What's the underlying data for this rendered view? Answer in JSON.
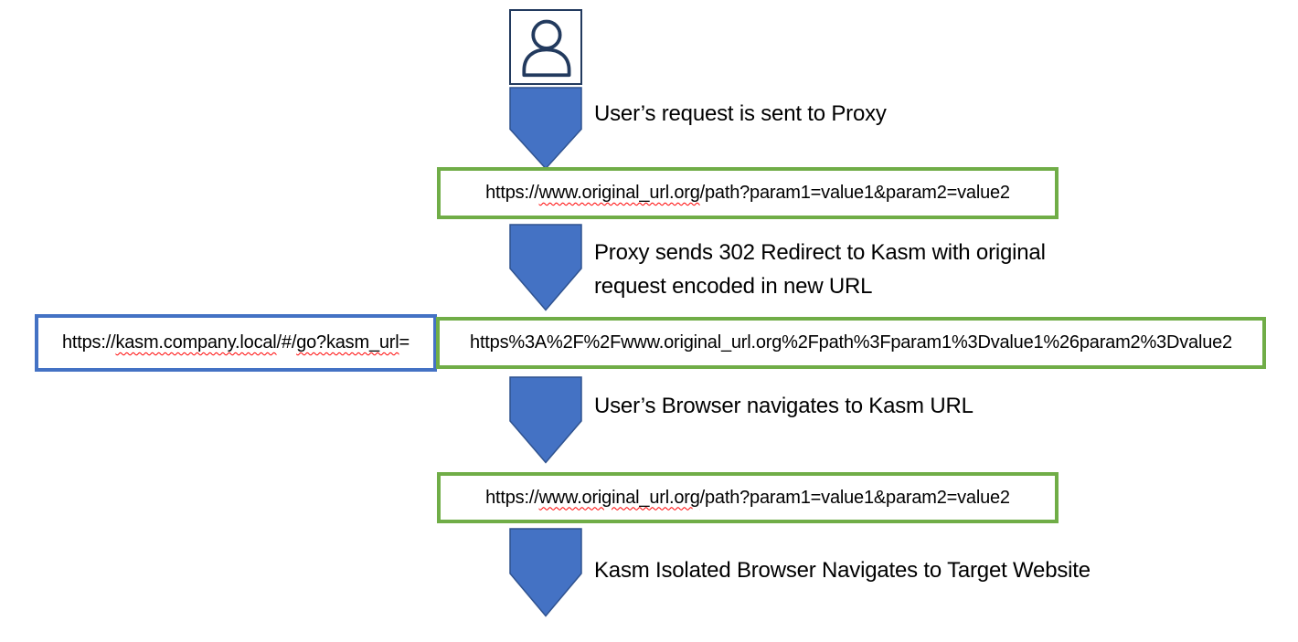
{
  "colors": {
    "arrow_fill": "#4472C4",
    "arrow_stroke": "#2F528F",
    "green_border": "#70AD47",
    "blue_border": "#4472C4",
    "icon_stroke": "#223A5E",
    "spellcheck_underline": "#FF0000",
    "text": "#000000"
  },
  "icons": {
    "user": "user-icon",
    "arrow": "down-arrow-icon"
  },
  "steps": {
    "step1_label": "User’s request is sent to Proxy",
    "step2_label_line1": "Proxy sends 302 Redirect to Kasm with original",
    "step2_label_line2": "request encoded in new URL",
    "step3_label": "User’s Browser navigates to Kasm URL",
    "step4_label": "Kasm Isolated Browser Navigates to Target Website"
  },
  "url_boxes": {
    "original_request": {
      "segments": [
        {
          "text": "https://",
          "wavy": false
        },
        {
          "text": "www.original_url.org",
          "wavy": true
        },
        {
          "text": "/path?param1=value1&param2=value2",
          "wavy": false
        }
      ]
    },
    "kasm_redirect_prefix": {
      "segments": [
        {
          "text": "https://",
          "wavy": false
        },
        {
          "text": "kasm.company.local",
          "wavy": true
        },
        {
          "text": "/#/",
          "wavy": false
        },
        {
          "text": "go?kasm_url",
          "wavy": true
        },
        {
          "text": "=",
          "wavy": false
        }
      ]
    },
    "encoded_original_url": {
      "segments": [
        {
          "text": "https%3A%2F%2Fwww.original_url.org%2Fpath%3Fparam1%3Dvalue1%26param2%3Dvalue2",
          "wavy": false
        }
      ]
    },
    "kasm_browser_request": {
      "segments": [
        {
          "text": "https://",
          "wavy": false
        },
        {
          "text": "www.original_url.org",
          "wavy": true
        },
        {
          "text": "/path?param1=value1&param2=value2",
          "wavy": false
        }
      ]
    }
  }
}
